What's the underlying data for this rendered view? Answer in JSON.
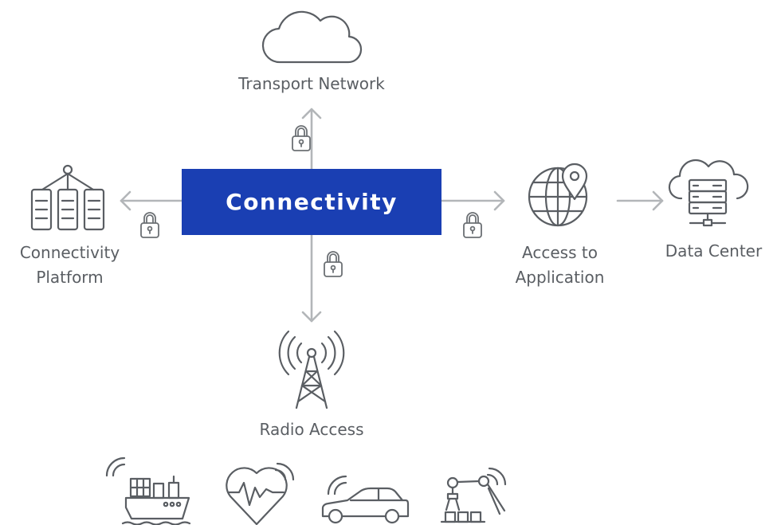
{
  "center": {
    "label": "Connectivity"
  },
  "nodes": {
    "transport": "Transport Network",
    "platform_line1": "Connectivity",
    "platform_line2": "Platform",
    "access_line1": "Access to",
    "access_line2": "Application",
    "datacenter": "Data Center",
    "radio": "Radio Access"
  },
  "icons": [
    "cloud-icon",
    "server-rack-icon",
    "globe-pin-icon",
    "cloud-server-icon",
    "radio-tower-icon",
    "lock-icon",
    "ship-icon",
    "heartbeat-icon",
    "car-icon",
    "robot-arm-icon"
  ],
  "colors": {
    "accent": "#1a3fb3",
    "arrow": "#b3b6b9",
    "icon": "#5a5e63"
  }
}
